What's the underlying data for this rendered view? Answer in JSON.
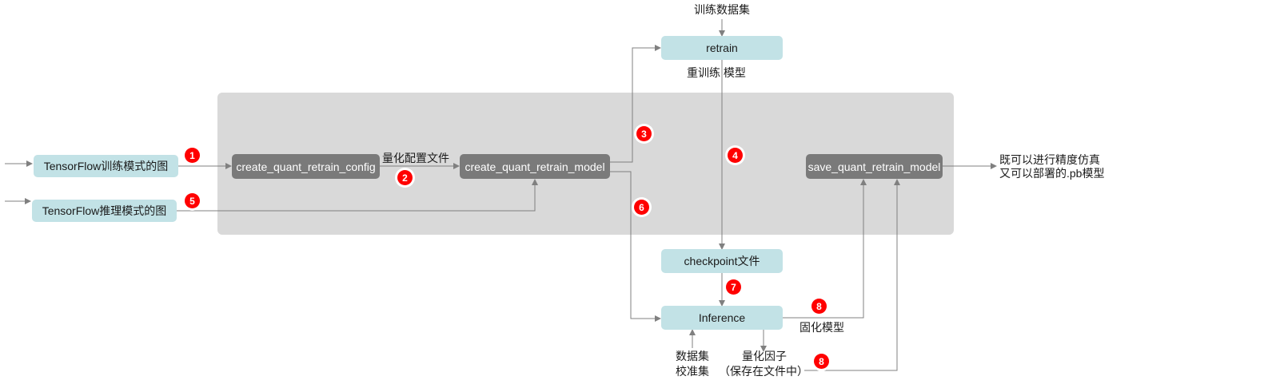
{
  "nodes": {
    "tf_train_graph": "TensorFlow训练模式的图",
    "tf_infer_graph": "TensorFlow推理模式的图",
    "create_config": "create_quant_retrain_config",
    "create_model": "create_quant_retrain_model",
    "save_model": "save_quant_retrain_model",
    "retrain": "retrain",
    "checkpoint": "checkpoint文件",
    "inference": "Inference"
  },
  "labels": {
    "train_dataset": "训练数据集",
    "retrain_model": "重训练 模型",
    "quant_config_file": "量化配置文件",
    "output_line1": "既可以进行精度仿真",
    "output_line2": "又可以部署的.pb模型",
    "freeze_model": "固化模型",
    "dataset_line1": "数据集",
    "dataset_line2": "校准集",
    "quant_factor_line1": "量化因子",
    "quant_factor_line2": "（保存在文件中）"
  },
  "badges": {
    "b1": "1",
    "b2": "2",
    "b3": "3",
    "b4": "4",
    "b5": "5",
    "b6": "6",
    "b7": "7",
    "b8a": "8",
    "b8b": "8"
  },
  "colors": {
    "node_light": "#c2e2e6",
    "node_dark": "#7a7a7a",
    "panel": "#d9d9d9",
    "badge": "#ff0000",
    "line": "#808080"
  }
}
